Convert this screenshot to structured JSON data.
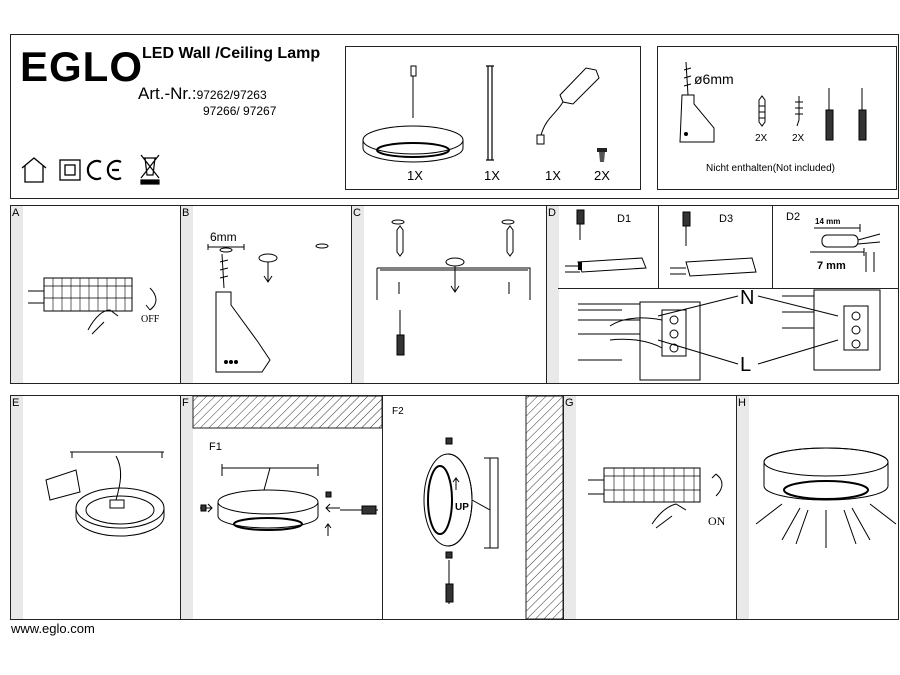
{
  "header": {
    "brand": "EGLO",
    "product_title": "LED Wall /Ceiling Lamp",
    "art_prefix": "Art.-Nr.:",
    "art_numbers_line1": "97262/97263",
    "art_numbers_line2": "97266/ 97267"
  },
  "certification_icons": [
    "indoor-house-icon",
    "class-ii-double-square-icon",
    "ce-mark-icon",
    "weee-crossed-bin-icon"
  ],
  "parts": [
    {
      "icon": "lamp-with-cable-icon",
      "qty": "1X"
    },
    {
      "icon": "mounting-bracket-icon",
      "qty": "1X"
    },
    {
      "icon": "led-driver-icon",
      "qty": "1X"
    },
    {
      "icon": "screw-icon",
      "qty": "2X"
    }
  ],
  "tools": {
    "drill_size": "ø6mm",
    "items": [
      {
        "icon": "wall-plug-icon",
        "qty": "2X"
      },
      {
        "icon": "wood-screw-icon",
        "qty": "2X"
      },
      {
        "icon": "flat-screwdriver-icon",
        "qty": ""
      },
      {
        "icon": "phillips-screwdriver-icon",
        "qty": ""
      }
    ],
    "note": "Nicht enthalten(Not included)"
  },
  "steps_row1": {
    "a": {
      "letter": "A",
      "switch_label": "OFF"
    },
    "b": {
      "letter": "B",
      "drill_label": "6mm"
    },
    "c": {
      "letter": "C"
    },
    "d": {
      "letter": "D",
      "d1": "D1",
      "d3": "D3",
      "d2": "D2",
      "strip_14": "14 mm",
      "strip_7": "7 mm",
      "neutral": "N",
      "live": "L"
    }
  },
  "steps_row2": {
    "e": {
      "letter": "E"
    },
    "f": {
      "letter": "F",
      "f1": "F1",
      "f2": "F2",
      "up": "UP"
    },
    "g": {
      "letter": "G",
      "switch_label": "ON"
    },
    "h": {
      "letter": "H"
    }
  },
  "footer": {
    "url": "www.eglo.com"
  }
}
